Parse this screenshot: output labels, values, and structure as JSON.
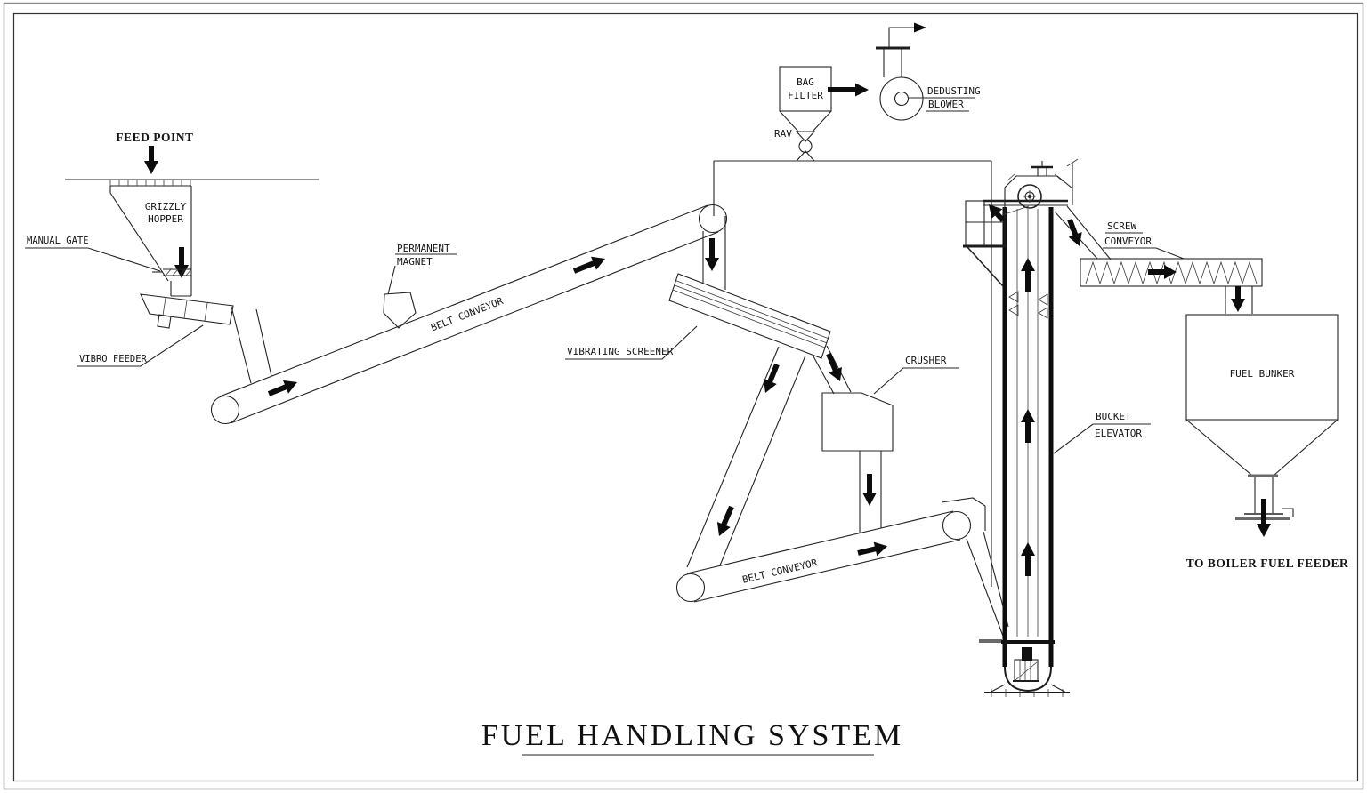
{
  "title": "FUEL HANDLING SYSTEM",
  "colors": {
    "line": "#242424",
    "arrow": "#0c0c0c",
    "background": "#ffffff",
    "frame": "#8a8a8a"
  },
  "labels": {
    "feed_point": "FEED POINT",
    "grizzly_hopper": [
      "GRIZZLY",
      "HOPPER"
    ],
    "manual_gate": "MANUAL GATE",
    "vibro_feeder": "VIBRO FEEDER",
    "permanent_magnet": [
      "PERMANENT",
      "MAGNET"
    ],
    "belt_conveyor_upper": "BELT CONVEYOR",
    "vibrating_screener": "VIBRATING SCREENER",
    "crusher": "CRUSHER",
    "belt_conveyor_lower": "BELT CONVEYOR",
    "bag_filter": [
      "BAG",
      "FILTER"
    ],
    "rav": "RAV",
    "dedusting_blower": [
      "DEDUSTING",
      "BLOWER"
    ],
    "screw_conveyor": [
      "SCREW",
      "CONVEYOR"
    ],
    "bucket_elevator": [
      "BUCKET",
      "ELEVATOR"
    ],
    "fuel_bunker": "FUEL BUNKER",
    "to_boiler_fuel_feeder": "TO BOILER FUEL FEEDER"
  }
}
